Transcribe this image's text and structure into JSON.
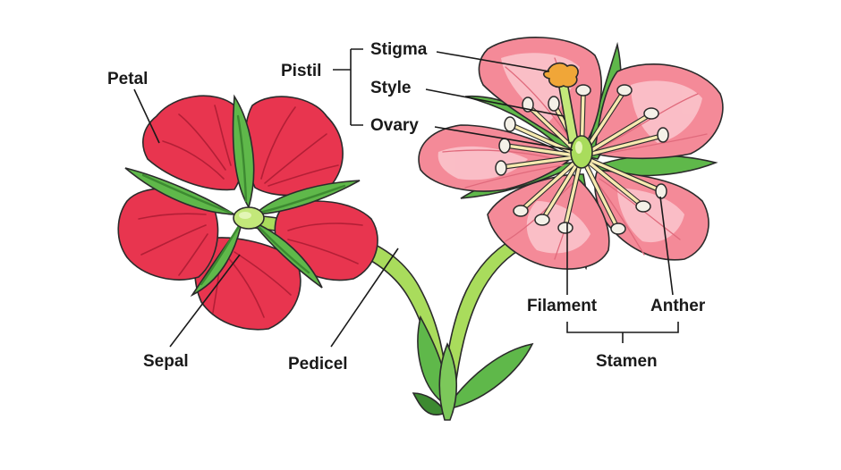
{
  "labels": {
    "petal": "Petal",
    "sepal": "Sepal",
    "pedicel": "Pedicel",
    "pistil": "Pistil",
    "stigma": "Stigma",
    "style": "Style",
    "ovary": "Ovary",
    "filament": "Filament",
    "anther": "Anther",
    "stamen": "Stamen"
  },
  "colors": {
    "back_petal": "#e8354f",
    "back_petal_vein": "#b31f36",
    "front_petal": "#f48a98",
    "front_petal_light": "#fbc3cb",
    "sepal_green": "#5fb84a",
    "sepal_dark": "#3d8a31",
    "stem_green": "#a9dc5c",
    "filament": "#f7eab0",
    "anther": "#f4f1e8",
    "stigma": "#f0a638"
  },
  "icons": {
    "left_flower": "flower-back-view-icon",
    "right_flower": "flower-front-view-icon"
  }
}
